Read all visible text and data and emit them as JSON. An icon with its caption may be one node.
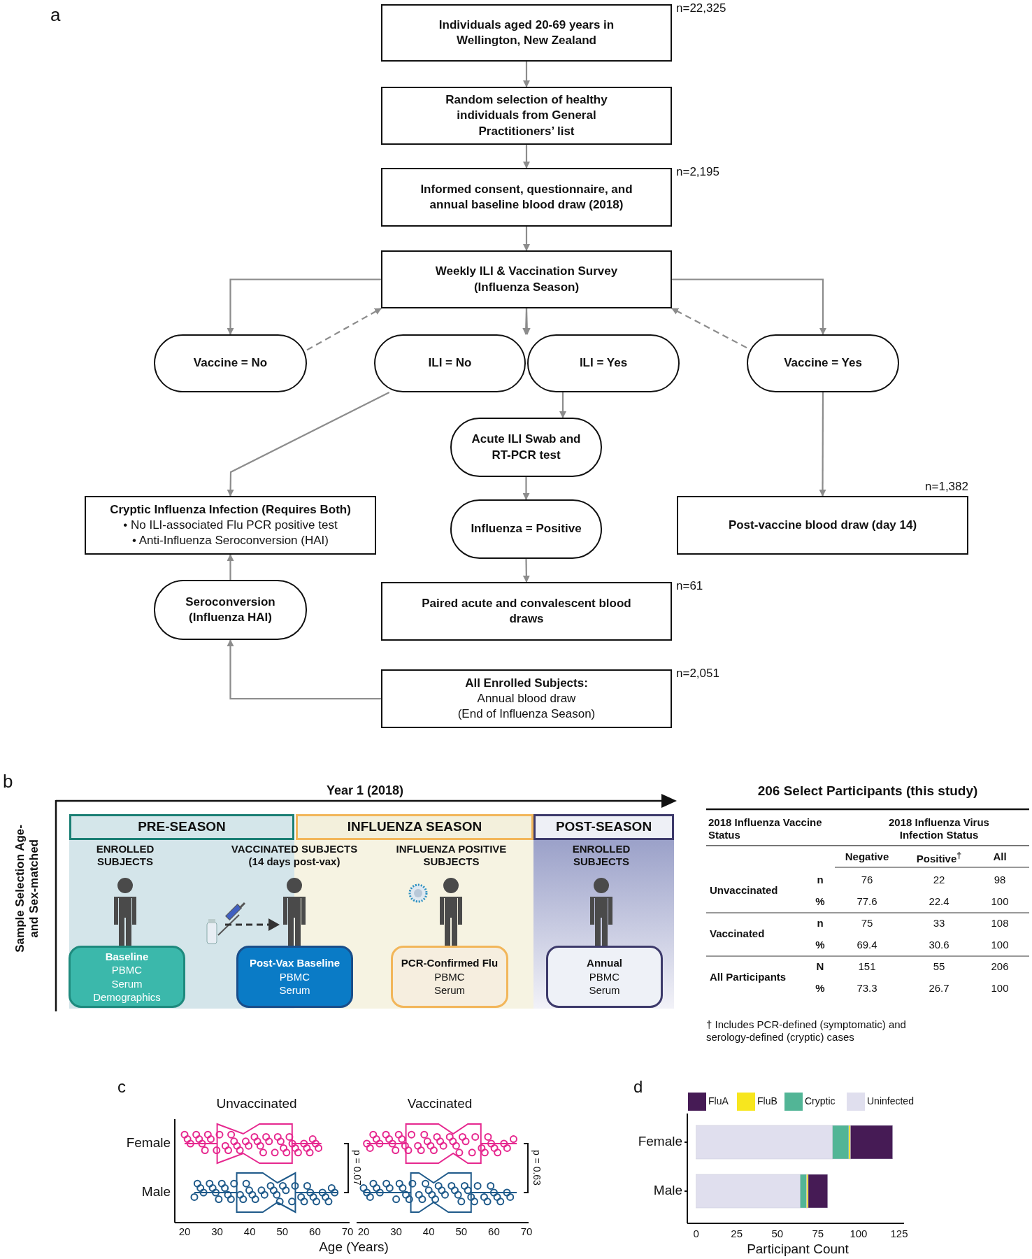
{
  "diagram": {
    "nodes": [
      {
        "text": [
          "Individuals aged 20-69 years in Wellington, New Zealand"
        ],
        "beside": [
          "n=22,325"
        ]
      },
      {
        "text": [
          "Random selection of healthy individuals from General Practitioners’ list"
        ]
      },
      {
        "text": [
          "Informed consent, questionnaire, and annual baseline blood draw (2018)"
        ],
        "beside": [
          "n=2,195"
        ]
      },
      {
        "text": [
          "Weekly ILI & Vaccination Survey (Influenza Season)"
        ]
      },
      {
        "text": [
          "Vaccine = No"
        ]
      },
      {
        "text": [
          "ILI = No"
        ]
      },
      {
        "text": [
          "ILI = Yes"
        ]
      },
      {
        "text": [
          "Vaccine = Yes"
        ]
      },
      {
        "text": [
          "Acute ILI Swab and RT-PCR test"
        ]
      },
      {
        "text": [
          "Cryptic Influenza Infection (Requires Both)",
          "• No ILI-associated Flu PCR positive test",
          "• Anti-Influenza Seroconversion (HAI)"
        ]
      },
      {
        "text": [
          "Influenza = Positive"
        ]
      },
      {
        "text": [
          "Post-vaccine blood draw (day 14)"
        ],
        "beside": [
          "n=1,382"
        ]
      },
      {
        "text": [
          "Seroconversion (Influenza HAI)"
        ]
      },
      {
        "text": [
          "Paired acute and convalescent blood draws"
        ],
        "beside": [
          "n=61"
        ]
      },
      {
        "text": [
          "All Enrolled Subjects:",
          "Annual blood draw",
          "(End of Influenza Season)"
        ],
        "beside": [
          "n=2,051"
        ]
      },
      {
        "text": [
          "PRE-SEASON"
        ]
      },
      {
        "text": [
          "INFLUENZA SEASON"
        ]
      },
      {
        "text": [
          "POST-SEASON"
        ]
      },
      {
        "text": [
          "Baseline",
          "PBMC",
          "Serum",
          "Demographics"
        ]
      },
      {
        "text": [
          "Post-Vax Baseline",
          "PBMC",
          "Serum"
        ]
      },
      {
        "text": [
          "PCR-Confirmed Flu",
          "PBMC",
          "Serum"
        ]
      },
      {
        "text": [
          "Annual",
          "PBMC",
          "Serum"
        ]
      }
    ],
    "edges": [
      {
        "from": 0,
        "to": 1,
        "arrow": "to"
      },
      {
        "from": 1,
        "to": 2,
        "arrow": "to"
      },
      {
        "from": 2,
        "to": 3,
        "arrow": "to"
      },
      {
        "from": 3,
        "to": 4,
        "arrow": "to"
      },
      {
        "from": 3,
        "to": 5,
        "arrow": "to"
      },
      {
        "from": 3,
        "to": 6,
        "arrow": "to"
      },
      {
        "from": 3,
        "to": 7,
        "arrow": "to"
      },
      {
        "from": 4,
        "to": 3,
        "arrow": "to",
        "style": "dashed"
      },
      {
        "from": 7,
        "to": 3,
        "arrow": "to",
        "style": "dashed"
      },
      {
        "from": 5,
        "to": 9,
        "arrow": "to"
      },
      {
        "from": 6,
        "to": 8,
        "arrow": "to"
      },
      {
        "from": 8,
        "to": 10,
        "arrow": "to"
      },
      {
        "from": 10,
        "to": 13,
        "arrow": "to"
      },
      {
        "from": 7,
        "to": 11,
        "arrow": "to"
      },
      {
        "from": 12,
        "to": 9,
        "arrow": "to"
      },
      {
        "from": 14,
        "to": 12,
        "arrow": "to"
      }
    ],
    "labels": [
      "a",
      "b",
      "Year 1 (2018)",
      "Sample Selection Age- and Sex-matched",
      "ENROLLED SUBJECTS",
      "VACCINATED SUBJECTS (14 days post-vax)",
      "INFLUENZA POSITIVE SUBJECTS",
      "ENROLLED SUBJECTS",
      "206 Select Participants (this study)",
      "2018 Influenza Vaccine Status",
      "2018 Influenza Virus Infection Status",
      "Negative",
      "Positive$^{†}$",
      "All",
      "Unvaccinated",
      "n",
      "76",
      "22",
      "98",
      "%",
      "77.6",
      "22.4",
      "100",
      "Vaccinated",
      "n",
      "75",
      "33",
      "108",
      "%",
      "69.4",
      "30.6",
      "100",
      "All Participants",
      "N",
      "151",
      "55",
      "206",
      "%",
      "73.3",
      "26.7",
      "100",
      "† Includes PCR-defined (symptomatic) and serology-defined (cryptic) cases",
      "c",
      "Unvaccinated",
      "Vaccinated",
      "Female",
      "Male",
      "p = 0.07",
      "p = 0.63",
      "20",
      "30",
      "40",
      "50",
      "60",
      "70",
      "20",
      "30",
      "40",
      "50",
      "60",
      "70",
      "Age (Years)",
      "d"
    ],
    "chart_data": {
      "type": "bar",
      "orientation": "horizontal",
      "stacked": true,
      "categories": [
        "Female",
        "Male"
      ],
      "xlabel": "Participant Count",
      "xlim": [
        -5,
        128
      ],
      "legend": "top",
      "xticks": [
        0,
        25,
        50,
        75,
        100,
        125
      ],
      "series": [
        {
          "name": "FluA",
          "color": "#461b55",
          "values": [
            26,
            12
          ]
        },
        {
          "name": "FluB",
          "color": "#f7e61e",
          "values": [
            1,
            1
          ]
        },
        {
          "name": "Cryptic",
          "color": "#52b596",
          "values": [
            10,
            4
          ]
        },
        {
          "name": "Uninfected",
          "color": "#e0dfee",
          "values": [
            84,
            64
          ]
        }
      ]
    }
  }
}
